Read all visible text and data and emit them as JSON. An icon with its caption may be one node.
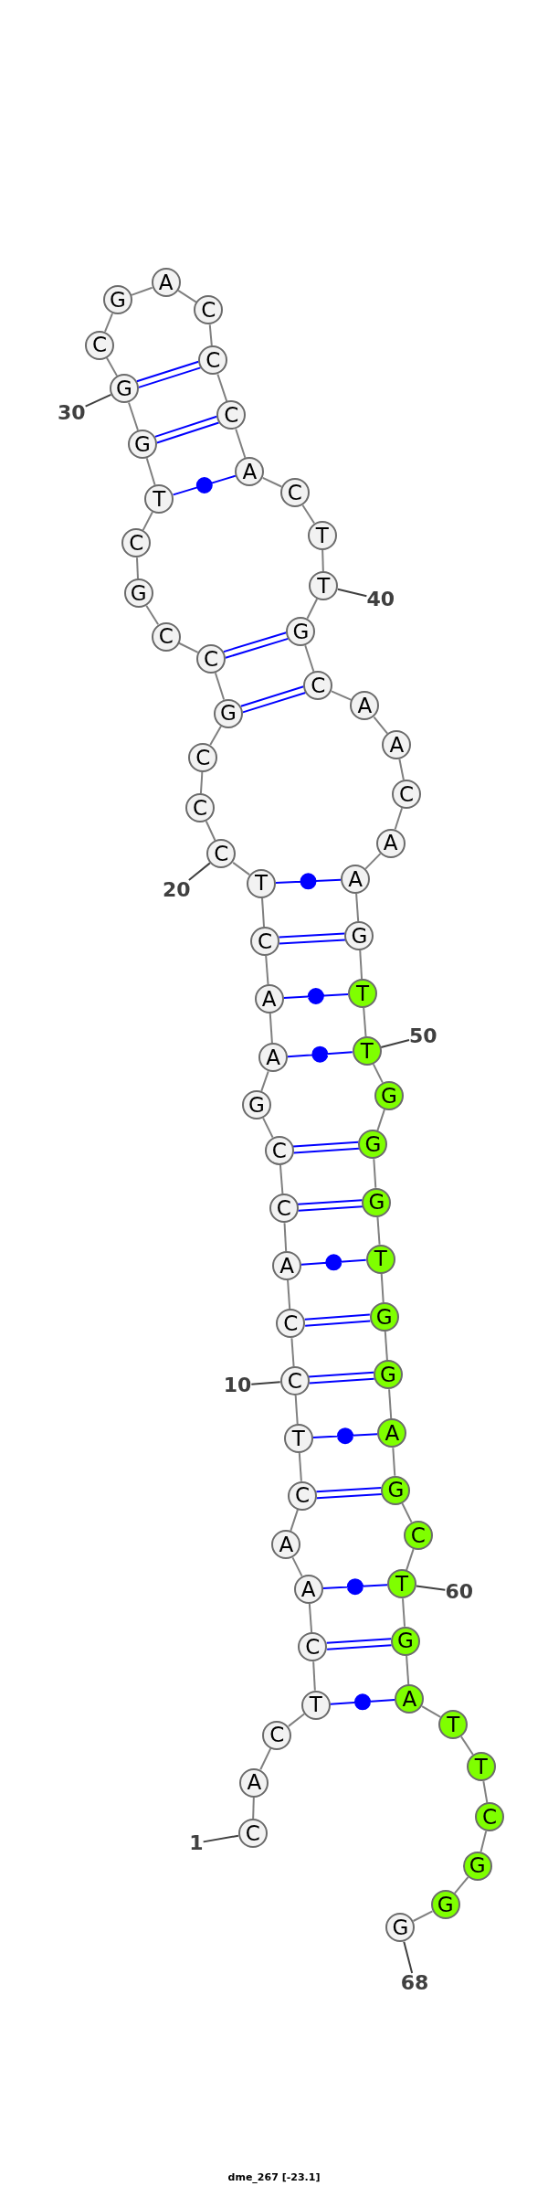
{
  "diagram": {
    "caption": "dme_267 [-23.1]",
    "nodes": [
      {
        "text": [
          "C"
        ]
      },
      {
        "text": [
          "A"
        ]
      },
      {
        "text": [
          "C"
        ]
      },
      {
        "text": [
          "T"
        ]
      },
      {
        "text": [
          "C"
        ]
      },
      {
        "text": [
          "A"
        ]
      },
      {
        "text": [
          "A"
        ]
      },
      {
        "text": [
          "C"
        ]
      },
      {
        "text": [
          "T"
        ]
      },
      {
        "text": [
          "C"
        ]
      },
      {
        "text": [
          "C"
        ]
      },
      {
        "text": [
          "A"
        ]
      },
      {
        "text": [
          "C"
        ]
      },
      {
        "text": [
          "C"
        ]
      },
      {
        "text": [
          "G"
        ]
      },
      {
        "text": [
          "A"
        ]
      },
      {
        "text": [
          "A"
        ]
      },
      {
        "text": [
          "C"
        ]
      },
      {
        "text": [
          "T"
        ]
      },
      {
        "text": [
          "C"
        ]
      },
      {
        "text": [
          "C"
        ]
      },
      {
        "text": [
          "C"
        ]
      },
      {
        "text": [
          "G"
        ]
      },
      {
        "text": [
          "C"
        ]
      },
      {
        "text": [
          "C"
        ]
      },
      {
        "text": [
          "G"
        ]
      },
      {
        "text": [
          "C"
        ]
      },
      {
        "text": [
          "T"
        ]
      },
      {
        "text": [
          "G"
        ]
      },
      {
        "text": [
          "G"
        ]
      },
      {
        "text": [
          "C"
        ]
      },
      {
        "text": [
          "G"
        ]
      },
      {
        "text": [
          "A"
        ]
      },
      {
        "text": [
          "C"
        ]
      },
      {
        "text": [
          "C"
        ]
      },
      {
        "text": [
          "C"
        ]
      },
      {
        "text": [
          "A"
        ]
      },
      {
        "text": [
          "C"
        ]
      },
      {
        "text": [
          "T"
        ]
      },
      {
        "text": [
          "T"
        ]
      },
      {
        "text": [
          "G"
        ]
      },
      {
        "text": [
          "C"
        ]
      },
      {
        "text": [
          "A"
        ]
      },
      {
        "text": [
          "A"
        ]
      },
      {
        "text": [
          "C"
        ]
      },
      {
        "text": [
          "A"
        ]
      },
      {
        "text": [
          "A"
        ]
      },
      {
        "text": [
          "G"
        ]
      },
      {
        "text": [
          "T"
        ]
      },
      {
        "text": [
          "T"
        ]
      },
      {
        "text": [
          "G"
        ]
      },
      {
        "text": [
          "G"
        ]
      },
      {
        "text": [
          "G"
        ]
      },
      {
        "text": [
          "T"
        ]
      },
      {
        "text": [
          "G"
        ]
      },
      {
        "text": [
          "G"
        ]
      },
      {
        "text": [
          "A"
        ]
      },
      {
        "text": [
          "G"
        ]
      },
      {
        "text": [
          "C"
        ]
      },
      {
        "text": [
          "T"
        ]
      },
      {
        "text": [
          "G"
        ]
      },
      {
        "text": [
          "A"
        ]
      },
      {
        "text": [
          "T"
        ]
      },
      {
        "text": [
          "T"
        ]
      },
      {
        "text": [
          "C"
        ]
      },
      {
        "text": [
          "G"
        ]
      },
      {
        "text": [
          "G"
        ]
      },
      {
        "text": [
          "G"
        ]
      },
      {
        "text": [
          "1"
        ]
      },
      {
        "text": [
          "10"
        ]
      },
      {
        "text": [
          "20"
        ]
      },
      {
        "text": [
          "30"
        ]
      },
      {
        "text": [
          "40"
        ]
      },
      {
        "text": [
          "50"
        ]
      },
      {
        "text": [
          "60"
        ]
      },
      {
        "text": [
          "68"
        ]
      }
    ],
    "edges": [
      {
        "from": 0,
        "to": 1,
        "arrow": "none"
      },
      {
        "from": 1,
        "to": 2,
        "arrow": "none"
      },
      {
        "from": 2,
        "to": 3,
        "arrow": "none"
      },
      {
        "from": 3,
        "to": 4,
        "arrow": "none"
      },
      {
        "from": 4,
        "to": 5,
        "arrow": "none"
      },
      {
        "from": 5,
        "to": 6,
        "arrow": "none"
      },
      {
        "from": 6,
        "to": 7,
        "arrow": "none"
      },
      {
        "from": 7,
        "to": 8,
        "arrow": "none"
      },
      {
        "from": 8,
        "to": 9,
        "arrow": "none"
      },
      {
        "from": 9,
        "to": 10,
        "arrow": "none"
      },
      {
        "from": 10,
        "to": 11,
        "arrow": "none"
      },
      {
        "from": 11,
        "to": 12,
        "arrow": "none"
      },
      {
        "from": 12,
        "to": 13,
        "arrow": "none"
      },
      {
        "from": 13,
        "to": 14,
        "arrow": "none"
      },
      {
        "from": 14,
        "to": 15,
        "arrow": "none"
      },
      {
        "from": 15,
        "to": 16,
        "arrow": "none"
      },
      {
        "from": 16,
        "to": 17,
        "arrow": "none"
      },
      {
        "from": 17,
        "to": 18,
        "arrow": "none"
      },
      {
        "from": 18,
        "to": 19,
        "arrow": "none"
      },
      {
        "from": 19,
        "to": 20,
        "arrow": "none"
      },
      {
        "from": 20,
        "to": 21,
        "arrow": "none"
      },
      {
        "from": 21,
        "to": 22,
        "arrow": "none"
      },
      {
        "from": 22,
        "to": 23,
        "arrow": "none"
      },
      {
        "from": 23,
        "to": 24,
        "arrow": "none"
      },
      {
        "from": 24,
        "to": 25,
        "arrow": "none"
      },
      {
        "from": 25,
        "to": 26,
        "arrow": "none"
      },
      {
        "from": 26,
        "to": 27,
        "arrow": "none"
      },
      {
        "from": 27,
        "to": 28,
        "arrow": "none"
      },
      {
        "from": 28,
        "to": 29,
        "arrow": "none"
      },
      {
        "from": 29,
        "to": 30,
        "arrow": "none"
      },
      {
        "from": 30,
        "to": 31,
        "arrow": "none"
      },
      {
        "from": 31,
        "to": 32,
        "arrow": "none"
      },
      {
        "from": 32,
        "to": 33,
        "arrow": "none"
      },
      {
        "from": 33,
        "to": 34,
        "arrow": "none"
      },
      {
        "from": 34,
        "to": 35,
        "arrow": "none"
      },
      {
        "from": 35,
        "to": 36,
        "arrow": "none"
      },
      {
        "from": 36,
        "to": 37,
        "arrow": "none"
      },
      {
        "from": 37,
        "to": 38,
        "arrow": "none"
      },
      {
        "from": 38,
        "to": 39,
        "arrow": "none"
      },
      {
        "from": 39,
        "to": 40,
        "arrow": "none"
      },
      {
        "from": 40,
        "to": 41,
        "arrow": "none"
      },
      {
        "from": 41,
        "to": 42,
        "arrow": "none"
      },
      {
        "from": 42,
        "to": 43,
        "arrow": "none"
      },
      {
        "from": 43,
        "to": 44,
        "arrow": "none"
      },
      {
        "from": 44,
        "to": 45,
        "arrow": "none"
      },
      {
        "from": 45,
        "to": 46,
        "arrow": "none"
      },
      {
        "from": 46,
        "to": 47,
        "arrow": "none"
      },
      {
        "from": 47,
        "to": 48,
        "arrow": "none"
      },
      {
        "from": 48,
        "to": 49,
        "arrow": "none"
      },
      {
        "from": 49,
        "to": 50,
        "arrow": "none"
      },
      {
        "from": 50,
        "to": 51,
        "arrow": "none"
      },
      {
        "from": 51,
        "to": 52,
        "arrow": "none"
      },
      {
        "from": 52,
        "to": 53,
        "arrow": "none"
      },
      {
        "from": 53,
        "to": 54,
        "arrow": "none"
      },
      {
        "from": 54,
        "to": 55,
        "arrow": "none"
      },
      {
        "from": 55,
        "to": 56,
        "arrow": "none"
      },
      {
        "from": 56,
        "to": 57,
        "arrow": "none"
      },
      {
        "from": 57,
        "to": 58,
        "arrow": "none"
      },
      {
        "from": 58,
        "to": 59,
        "arrow": "none"
      },
      {
        "from": 59,
        "to": 60,
        "arrow": "none"
      },
      {
        "from": 60,
        "to": 61,
        "arrow": "none"
      },
      {
        "from": 61,
        "to": 62,
        "arrow": "none"
      },
      {
        "from": 62,
        "to": 63,
        "arrow": "none"
      },
      {
        "from": 63,
        "to": 64,
        "arrow": "none"
      },
      {
        "from": 64,
        "to": 65,
        "arrow": "none"
      },
      {
        "from": 65,
        "to": 66,
        "arrow": "none"
      },
      {
        "from": 66,
        "to": 67,
        "arrow": "none"
      },
      {
        "from": 3,
        "to": 61,
        "arrow": "none",
        "color": "#0000ff"
      },
      {
        "from": 4,
        "to": 60,
        "arrow": "none",
        "color": "#0000ff"
      },
      {
        "from": 5,
        "to": 59,
        "arrow": "none",
        "color": "#0000ff"
      },
      {
        "from": 7,
        "to": 57,
        "arrow": "none",
        "color": "#0000ff"
      },
      {
        "from": 8,
        "to": 56,
        "arrow": "none",
        "color": "#0000ff"
      },
      {
        "from": 9,
        "to": 55,
        "arrow": "none",
        "color": "#0000ff"
      },
      {
        "from": 10,
        "to": 54,
        "arrow": "none",
        "color": "#0000ff"
      },
      {
        "from": 11,
        "to": 53,
        "arrow": "none",
        "color": "#0000ff"
      },
      {
        "from": 12,
        "to": 52,
        "arrow": "none",
        "color": "#0000ff"
      },
      {
        "from": 13,
        "to": 51,
        "arrow": "none",
        "color": "#0000ff"
      },
      {
        "from": 15,
        "to": 49,
        "arrow": "none",
        "color": "#0000ff"
      },
      {
        "from": 16,
        "to": 48,
        "arrow": "none",
        "color": "#0000ff"
      },
      {
        "from": 17,
        "to": 47,
        "arrow": "none",
        "color": "#0000ff"
      },
      {
        "from": 18,
        "to": 46,
        "arrow": "none",
        "color": "#0000ff"
      },
      {
        "from": 22,
        "to": 41,
        "arrow": "none",
        "color": "#0000ff"
      },
      {
        "from": 23,
        "to": 40,
        "arrow": "none",
        "color": "#0000ff"
      },
      {
        "from": 27,
        "to": 36,
        "arrow": "none",
        "color": "#0000ff"
      },
      {
        "from": 28,
        "to": 35,
        "arrow": "none",
        "color": "#0000ff"
      },
      {
        "from": 29,
        "to": 34,
        "arrow": "none",
        "color": "#0000ff"
      },
      {
        "from": 68,
        "to": 0,
        "arrow": "none",
        "color": "#404040"
      },
      {
        "from": 69,
        "to": 9,
        "arrow": "none",
        "color": "#404040"
      },
      {
        "from": 70,
        "to": 19,
        "arrow": "none",
        "color": "#404040"
      },
      {
        "from": 71,
        "to": 29,
        "arrow": "none",
        "color": "#404040"
      },
      {
        "from": 72,
        "to": 39,
        "arrow": "none",
        "color": "#404040"
      },
      {
        "from": 73,
        "to": 49,
        "arrow": "none",
        "color": "#404040"
      },
      {
        "from": 74,
        "to": 59,
        "arrow": "none",
        "color": "#404040"
      },
      {
        "from": 75,
        "to": 67,
        "arrow": "none",
        "color": "#404040"
      }
    ]
  }
}
